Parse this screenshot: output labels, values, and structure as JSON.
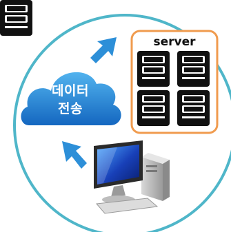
{
  "diagram": {
    "cloud": {
      "line1": "데이터",
      "line2": "전송"
    },
    "server_box": {
      "label": "server"
    },
    "colors": {
      "ring": "#4fb6c9",
      "cloud": "#1b7dd0",
      "arrow": "#2d8fd8",
      "server_border": "#f09b4e",
      "server_body": "#111111"
    },
    "icons": [
      "cloud-icon",
      "server-rack-icon",
      "desktop-computer-icon",
      "arrow-icon"
    ]
  }
}
